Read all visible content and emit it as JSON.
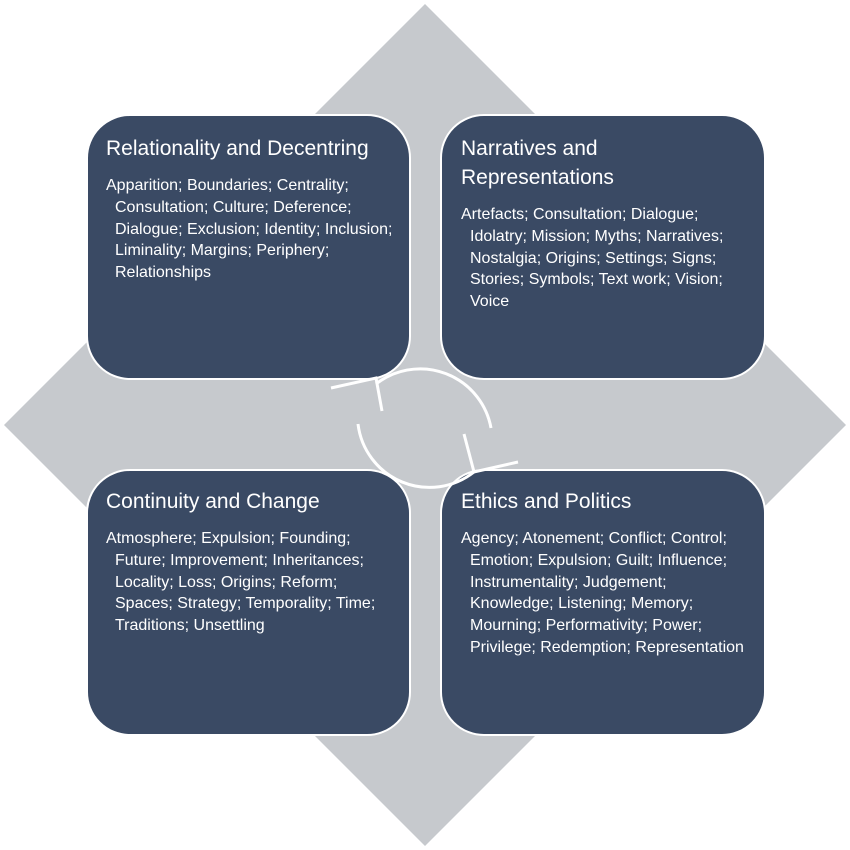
{
  "colors": {
    "diamond": "#c6c9cd",
    "box_fill": "#3a4a64",
    "box_border": "#ffffff",
    "cycle": "#ffffff"
  },
  "quadrants": [
    {
      "title": "Relationality and Decentring",
      "terms": "Apparition; Boundaries; Centrality; Consultation; Culture; Deference; Dialogue; Exclusion; Identity; Inclusion; Liminality; Margins; Periphery; Relationships"
    },
    {
      "title": "Narratives and Representations",
      "terms": "Artefacts; Consultation; Dialogue; Idolatry; Mission; Myths; Narratives; Nostalgia; Origins; Settings; Signs; Stories; Symbols; Text work; Vision; Voice"
    },
    {
      "title": "Continuity and Change",
      "terms": "Atmosphere; Expulsion; Founding; Future; Improvement; Inheritances; Locality; Loss; Origins; Reform; Spaces; Strategy; Temporality; Time; Traditions; Unsettling"
    },
    {
      "title": "Ethics and Politics",
      "terms": "Agency; Atonement; Conflict; Control; Emotion; Expulsion; Guilt; Influence; Instrumentality; Judgement; Knowledge; Listening; Memory; Mourning; Performativity; Power; Privilege; Redemption; Representation"
    }
  ]
}
